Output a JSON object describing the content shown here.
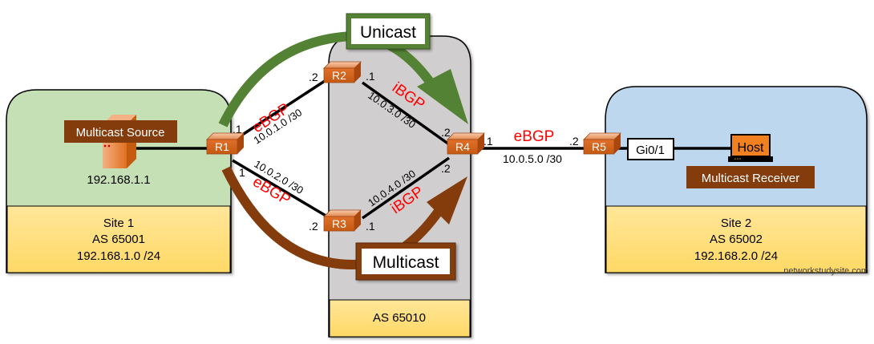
{
  "sites": {
    "site1": {
      "name": "Site 1",
      "as": "AS 65001",
      "subnet": "192.168.1.0 /24",
      "fill": "#c5e0b4",
      "source_label": "Multicast Source",
      "source_ip": "192.168.1.1"
    },
    "site2": {
      "name": "Site 2",
      "as": "AS 65002",
      "subnet": "192.168.2.0 /24",
      "fill": "#bdd7ee",
      "receiver_label": "Multicast Receiver",
      "host_label": "Host",
      "interface_label": "Gi0/1"
    },
    "transit": {
      "as": "AS 65010",
      "fill": "#d0cece"
    }
  },
  "routers": {
    "r1": "R1",
    "r2": "R2",
    "r3": "R3",
    "r4": "R4",
    "r5": "R5"
  },
  "links": {
    "r1_r2": {
      "subnet": "10.0.1.0 /30",
      "protocol": "eBGP",
      "left_ip": ".1",
      "right_ip": ".2"
    },
    "r1_r3": {
      "subnet": "10.0.2.0 /30",
      "protocol": "eBGP",
      "left_ip": "1",
      "right_ip": ".2"
    },
    "r2_r4": {
      "subnet": "10.0.3.0 /30",
      "protocol": "iBGP",
      "left_ip": ".1",
      "right_ip": ".2"
    },
    "r3_r4": {
      "subnet": "10.0.4.0 /30",
      "protocol": "iBGP",
      "left_ip": ".1",
      "right_ip": ".2"
    },
    "r4_r5": {
      "subnet": "10.0.5.0 /30",
      "protocol": "eBGP",
      "left_ip": ".1",
      "right_ip": ".2"
    }
  },
  "paths": {
    "unicast": {
      "label": "Unicast",
      "color": "#548235"
    },
    "multicast": {
      "label": "Multicast",
      "color": "#843c0c"
    }
  },
  "colors": {
    "protocol_text": "#ff0000",
    "router": "#d5652a",
    "label_band": "#ffd966",
    "device_label_bg": "#843c0c"
  },
  "watermark": "networkstudysite.com"
}
